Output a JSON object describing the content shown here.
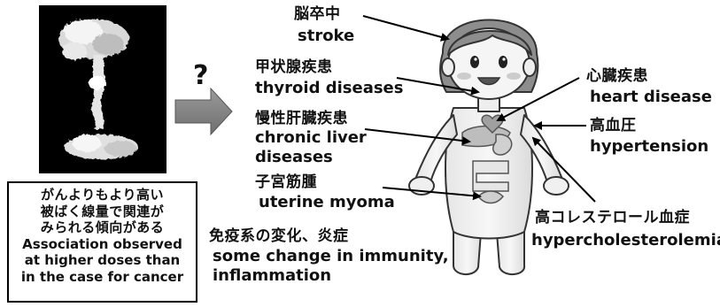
{
  "question_mark": "?",
  "note": {
    "jp_lines": [
      "がんよりもより高い",
      "被ばく線量で関連が",
      "みられる傾向がある"
    ],
    "en_lines": [
      "Association observed",
      "at higher doses than",
      "in the case for cancer"
    ]
  },
  "labels": {
    "stroke": {
      "jp": "脳卒中",
      "en": "stroke"
    },
    "thyroid": {
      "jp": "甲状腺疾患",
      "en": "thyroid diseases"
    },
    "liver": {
      "jp": "慢性肝臓疾患",
      "en1": "chronic liver",
      "en2": "diseases"
    },
    "myoma": {
      "jp": "子宮筋腫",
      "en": "uterine myoma"
    },
    "immunity": {
      "jp": "免疫系の変化、炎症",
      "en1": "some change in immunity,",
      "en2": "inflammation"
    },
    "heart": {
      "jp": "心臓疾患",
      "en": "heart disease"
    },
    "hypertension": {
      "jp": "高血圧",
      "en": "hypertension"
    },
    "cholesterol": {
      "jp": "高コレステロール血症",
      "en": "hypercholesterolemia"
    }
  }
}
